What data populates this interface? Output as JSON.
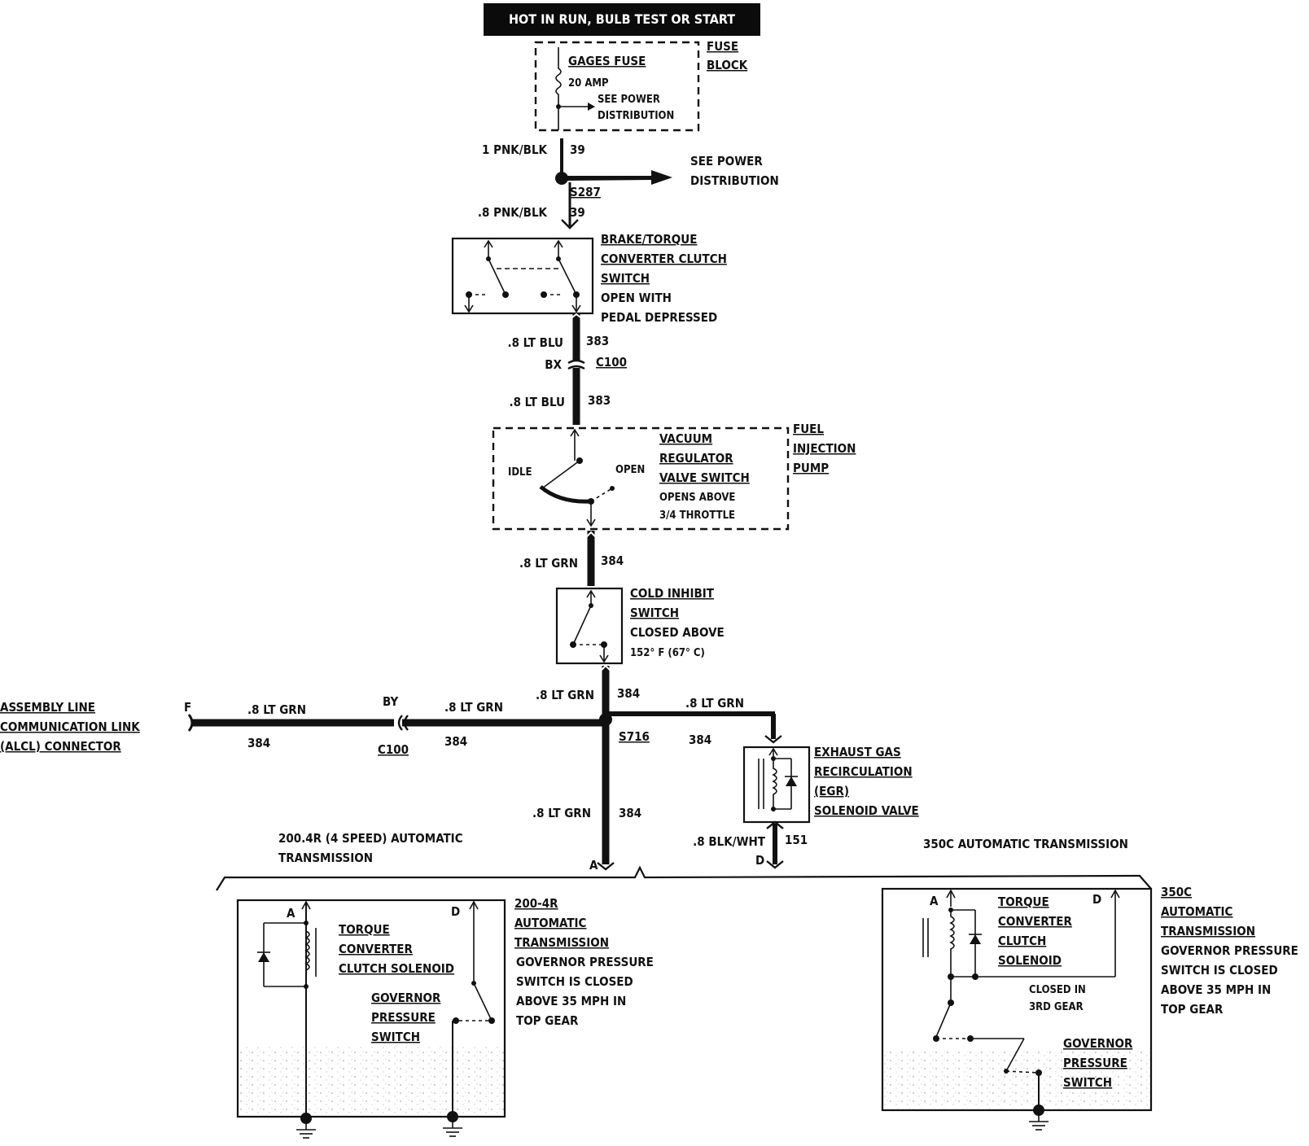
{
  "header": {
    "title": "HOT IN RUN,   BULB TEST OR START"
  },
  "fuse_block": {
    "label_1": "FUSE",
    "label_2": "BLOCK",
    "fuse_name": "GAGES FUSE",
    "fuse_rating": "20 AMP",
    "see_1": "SEE POWER",
    "see_2": "DISTRIBUTION"
  },
  "w_fuse_out": {
    "wire": "1 PNK/BLK",
    "circuit": "39"
  },
  "splice_s287": {
    "id": "S287",
    "see_1": "SEE POWER",
    "see_2": "DISTRIBUTION"
  },
  "w_to_brake": {
    "wire": ".8 PNK/BLK",
    "circuit": "39"
  },
  "brake_switch": {
    "l1": "BRAKE/TORQUE",
    "l2": "CONVERTER CLUTCH",
    "l3": "SWITCH",
    "l4": "OPEN WITH",
    "l5": "PEDAL DEPRESSED"
  },
  "w_brake_out": {
    "wire": ".8 LT BLU",
    "circuit": "383"
  },
  "conn_c100_top": {
    "pin": "BX",
    "id": "C100"
  },
  "w_to_vrv": {
    "wire": ".8 LT BLU",
    "circuit": "383"
  },
  "vrv_switch": {
    "l1": "VACUUM",
    "l2": "REGULATOR",
    "l3": "VALVE SWITCH",
    "l4": "OPENS ABOVE",
    "l5": "3/4 THROTTLE",
    "idle": "IDLE",
    "open": "OPEN",
    "pump_1": "FUEL",
    "pump_2": "INJECTION",
    "pump_3": "PUMP"
  },
  "w_vrv_out": {
    "wire": ".8 LT GRN",
    "circuit": "384"
  },
  "cold_switch": {
    "l1": "COLD INHIBIT",
    "l2": "SWITCH",
    "l3": "CLOSED ABOVE",
    "l4": "152° F (67° C)"
  },
  "w_cold_out": {
    "wire": ".8 LT GRN",
    "circuit": "384"
  },
  "alcl": {
    "l1": "ASSEMBLY LINE",
    "l2": "COMMUNICATION LINK",
    "l3": "(ALCL) CONNECTOR",
    "pin": "F"
  },
  "w_alcl": {
    "wire": ".8 LT GRN",
    "circuit": "384"
  },
  "conn_c100_mid": {
    "pin": "BY",
    "id": "C100"
  },
  "w_c100_splice": {
    "wire": ".8 LT GRN",
    "circuit": "384"
  },
  "splice_s716": {
    "id": "S716"
  },
  "w_splice_egr": {
    "wire": ".8 LT GRN",
    "circuit": "384"
  },
  "egr": {
    "l1": "EXHAUST GAS",
    "l2": "RECIRCULATION",
    "l3": "(EGR)",
    "l4": "SOLENOID VALVE"
  },
  "w_splice_down": {
    "wire": ".8 LT GRN",
    "circuit": "384"
  },
  "w_egr_out": {
    "wire": ".8 BLK/WHT",
    "circuit": "151"
  },
  "trans_left": {
    "l1": "200.4R (4 SPEED) AUTOMATIC",
    "l2": "TRANSMISSION",
    "pin_a": "A"
  },
  "trans_right": {
    "l1": "350C AUTOMATIC TRANSMISSION",
    "pin_d": "D"
  },
  "box_200": {
    "pin_a": "A",
    "pin_d": "D",
    "sol_1": "TORQUE",
    "sol_2": "CONVERTER",
    "sol_3": "CLUTCH SOLENOID",
    "gov_1": "GOVERNOR",
    "gov_2": "PRESSURE",
    "gov_3": "SWITCH",
    "d1": "200-4R",
    "d2": "AUTOMATIC",
    "d3": "TRANSMISSION",
    "d4": "GOVERNOR PRESSURE",
    "d5": "SWITCH IS CLOSED",
    "d6": "ABOVE 35 MPH IN",
    "d7": "TOP GEAR"
  },
  "box_350": {
    "pin_a": "A",
    "pin_d": "D",
    "sol_1": "TORQUE",
    "sol_2": "CONVERTER",
    "sol_3": "CLUTCH",
    "sol_4": "SOLENOID",
    "c1": "CLOSED IN",
    "c2": "3RD GEAR",
    "gov_1": "GOVERNOR",
    "gov_2": "PRESSURE",
    "gov_3": "SWITCH",
    "d1": "350C",
    "d2": "AUTOMATIC",
    "d3": "TRANSMISSION",
    "d4": "GOVERNOR PRESSURE",
    "d5": "SWITCH IS CLOSED",
    "d6": "ABOVE 35 MPH IN",
    "d7": "TOP GEAR"
  }
}
